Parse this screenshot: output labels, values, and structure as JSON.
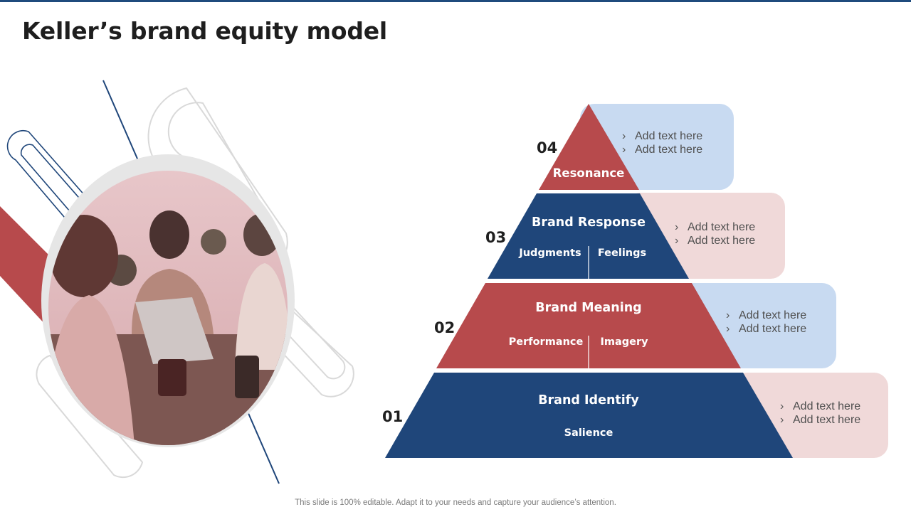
{
  "title": "Keller’s brand equity model",
  "footer": "This slide is 100% editable. Adapt it to your needs and capture your audience’s attention.",
  "colors": {
    "navy": "#1f467a",
    "red": "#b74a4c",
    "light_blue": "#c8daf1",
    "light_pink": "#f0d9d9"
  },
  "photo": {
    "description_icon": "team-meeting-photo"
  },
  "pyramid": {
    "levels": [
      {
        "number": "04",
        "title": "Resonance",
        "subs": [],
        "bullets": [
          "Add text here",
          "Add text here"
        ]
      },
      {
        "number": "03",
        "title": "Brand Response",
        "subs": [
          "Judgments",
          "Feelings"
        ],
        "bullets": [
          "Add text here",
          "Add text here"
        ]
      },
      {
        "number": "02",
        "title": "Brand Meaning",
        "subs": [
          "Performance",
          "Imagery"
        ],
        "bullets": [
          "Add text here",
          "Add text here"
        ]
      },
      {
        "number": "01",
        "title": "Brand Identify",
        "subs": [
          "Salience"
        ],
        "bullets": [
          "Add text here",
          "Add text here"
        ]
      }
    ],
    "bullet_glyph": "›"
  }
}
